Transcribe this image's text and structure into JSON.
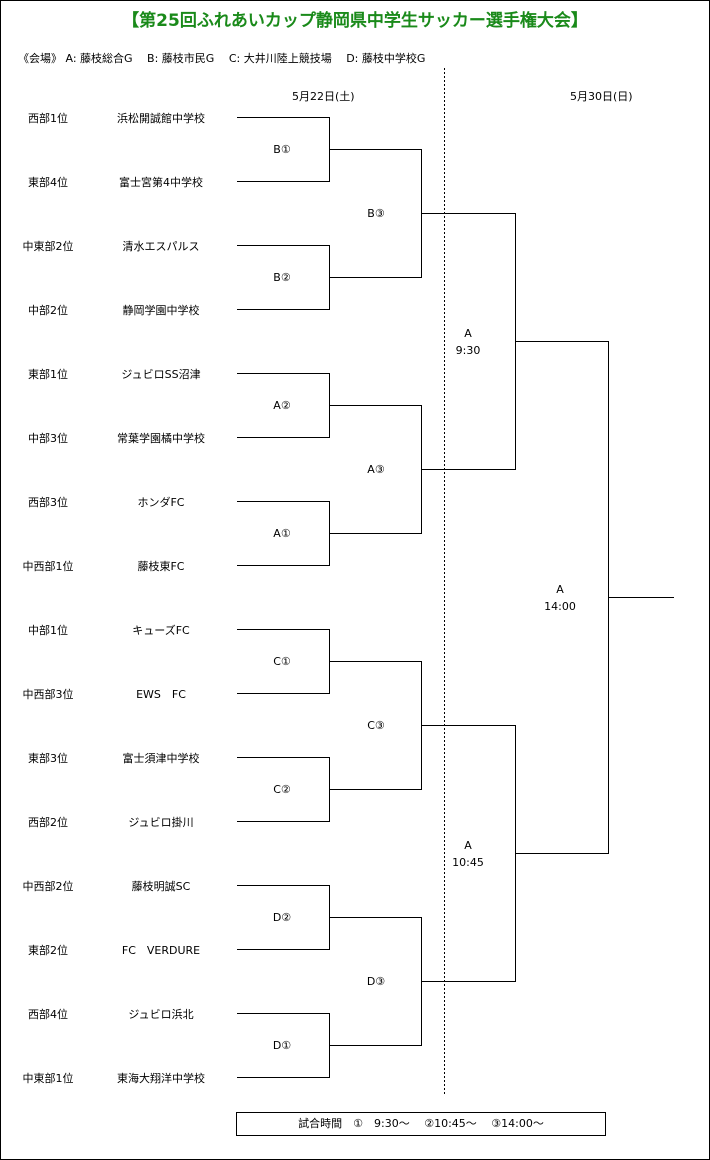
{
  "title": "【第25回ふれあいカップ静岡県中学生サッカー選手権大会】",
  "venues": "《会場》 A: 藤枝総合G　 B: 藤枝市民G　 C: 大井川陸上競技場　 D: 藤枝中学校G",
  "dates": {
    "day1": "5月22日(土)",
    "day2": "5月30日(日)"
  },
  "entries": [
    {
      "seed": "西部1位",
      "team": "浜松開誠館中学校"
    },
    {
      "seed": "東部4位",
      "team": "富士宮第4中学校"
    },
    {
      "seed": "中東部2位",
      "team": "清水エスパルス"
    },
    {
      "seed": "中部2位",
      "team": "静岡学園中学校"
    },
    {
      "seed": "東部1位",
      "team": "ジュビロSS沼津"
    },
    {
      "seed": "中部3位",
      "team": "常葉学園橘中学校"
    },
    {
      "seed": "西部3位",
      "team": "ホンダFC"
    },
    {
      "seed": "中西部1位",
      "team": "藤枝東FC"
    },
    {
      "seed": "中部1位",
      "team": "キューズFC"
    },
    {
      "seed": "中西部3位",
      "team": "EWS　FC"
    },
    {
      "seed": "東部3位",
      "team": "富士須津中学校"
    },
    {
      "seed": "西部2位",
      "team": "ジュビロ掛川"
    },
    {
      "seed": "中西部2位",
      "team": "藤枝明誠SC"
    },
    {
      "seed": "東部2位",
      "team": "FC　VERDURE"
    },
    {
      "seed": "西部4位",
      "team": "ジュビロ浜北"
    },
    {
      "seed": "中東部1位",
      "team": "東海大翔洋中学校"
    }
  ],
  "round1": [
    "B①",
    "B②",
    "A②",
    "A①",
    "C①",
    "C②",
    "D②",
    "D①"
  ],
  "round2": [
    "B③",
    "A③",
    "C③",
    "D③"
  ],
  "semis": [
    {
      "venue": "A",
      "time": "9:30"
    },
    {
      "venue": "A",
      "time": "10:45"
    }
  ],
  "final": {
    "venue": "A",
    "time": "14:00"
  },
  "match_times": "試合時間　①　9:30～　 ②10:45～　 ③14:00～"
}
